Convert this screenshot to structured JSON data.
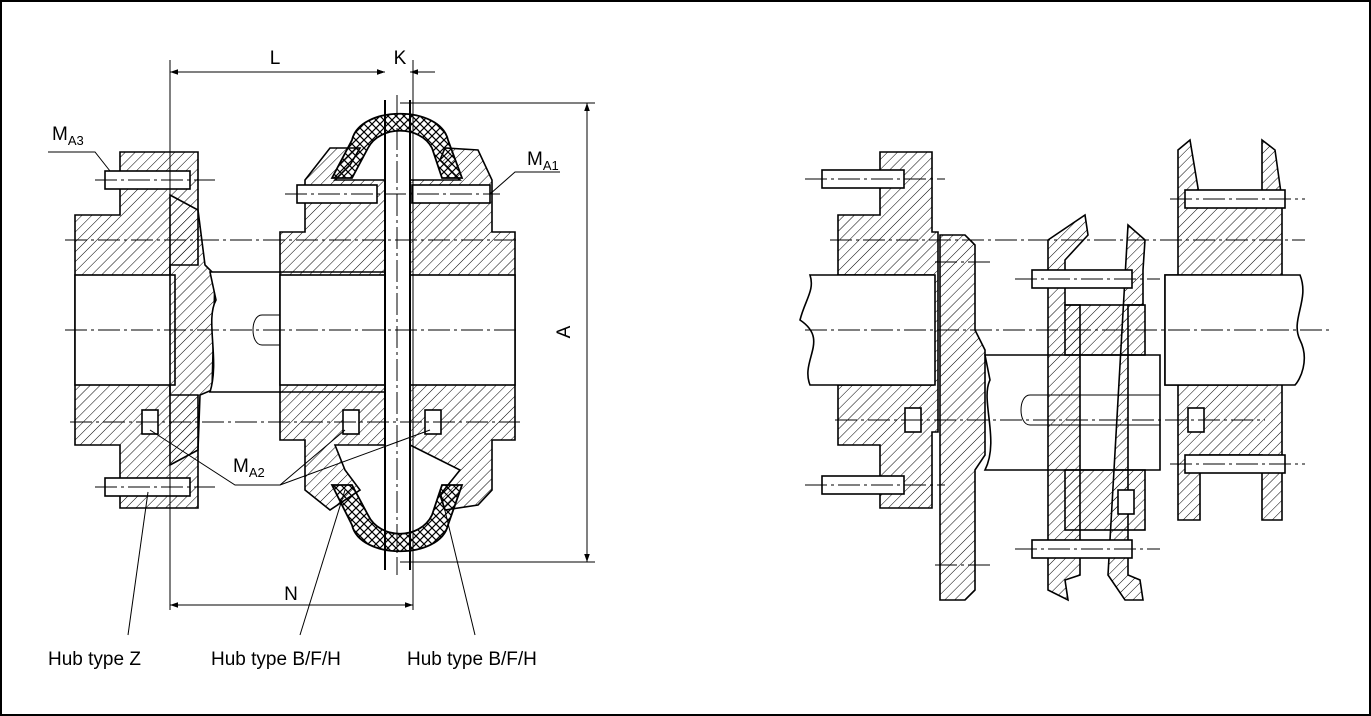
{
  "dimensions": {
    "L": "L",
    "K": "K",
    "A": "A",
    "N": "N"
  },
  "torques": {
    "ma3": {
      "main": "M",
      "sub": "A3"
    },
    "ma1": {
      "main": "M",
      "sub": "A1"
    },
    "ma2": {
      "main": "M",
      "sub": "A2"
    }
  },
  "hub_labels": [
    "Hub type Z",
    "Hub type B/F/H",
    "Hub type B/F/H"
  ]
}
